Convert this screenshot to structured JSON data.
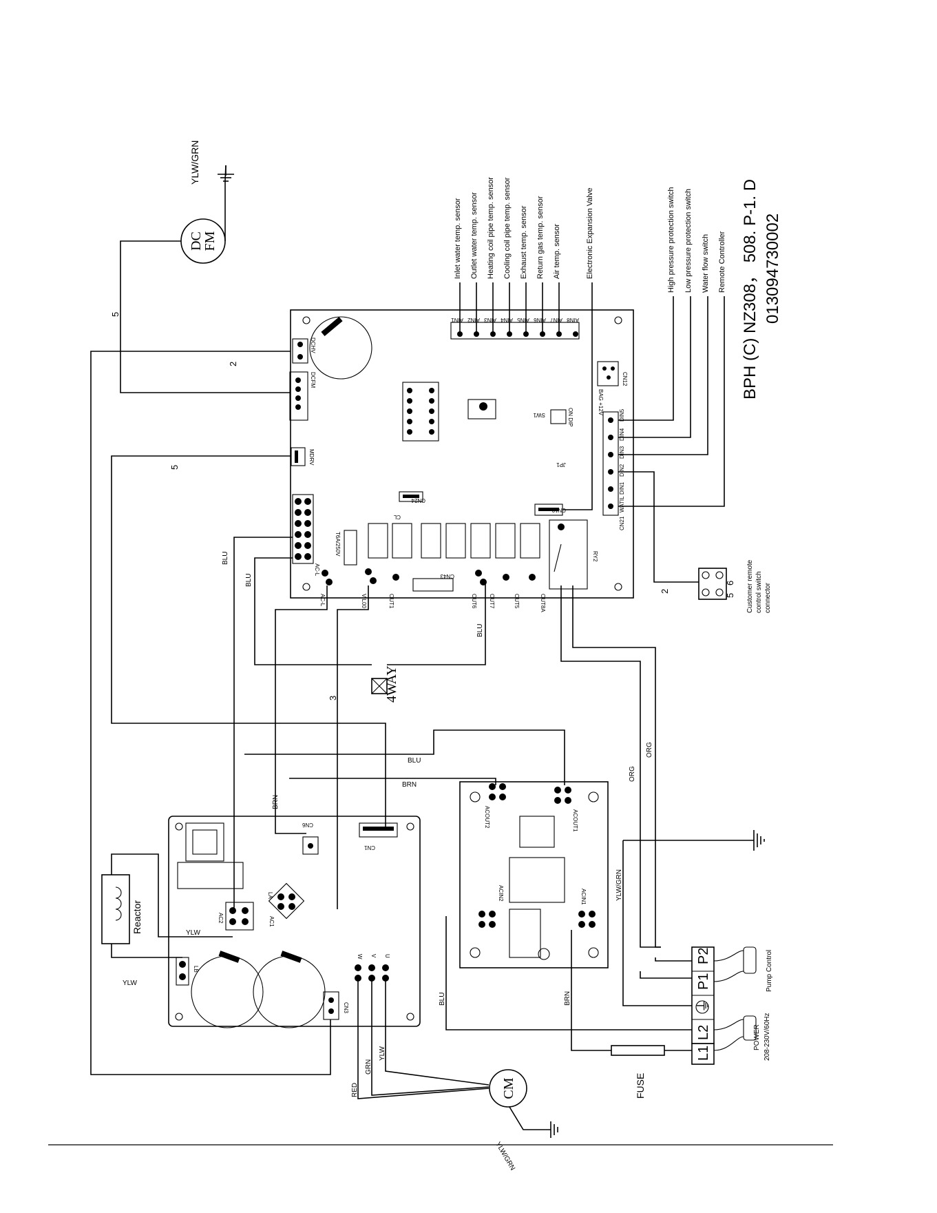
{
  "sensors": [
    "Inlet water temp.  sensor",
    "Outlet water temp.  sensor",
    "Heating coil pipe temp. sensor",
    "Cooling coil pipe temp. sensor",
    "Exhaust temp. sensor",
    "Return gas temp. sensor",
    "Air temp. sensor"
  ],
  "eev": "Electronic Expansion Valve",
  "switches": [
    "High pressure protection switch",
    "Low pressure protection switch",
    "Water flow switch",
    "Remote Controller"
  ],
  "model_line1": "BPH (C) NZ308， 508. P-1. D",
  "model_line2": "013094730002",
  "fan_motor": {
    "line1": "DC",
    "line2": "FM",
    "ground_wire": "YLW/GRN"
  },
  "compressor": {
    "label": "CM",
    "ground_wire": "YLW/GRN"
  },
  "reactor": "Reactor",
  "fuse": "FUSE",
  "four_way": "4WAY",
  "power_terminal": {
    "labels": [
      "L1",
      "L2",
      "⏚"
    ],
    "caption1": "POWER",
    "caption2": "208-230V/60Hz"
  },
  "pump_terminal": {
    "labels": [
      "P1",
      "P2"
    ],
    "caption": "Pump Control"
  },
  "remote_connector": {
    "caption": [
      "Customer remote",
      "control switch",
      "connector"
    ],
    "pins": [
      "5",
      "6"
    ]
  },
  "wire_labels": {
    "blu": "BLU",
    "brn": "BRN",
    "ylw": "YLW",
    "org": "ORG",
    "red": "RED",
    "grn": "GRN",
    "ylwgrn": "YLW/GRN",
    "count_5": "5",
    "count_2": "2",
    "count_3": "3"
  },
  "main_board": {
    "ain": [
      "AIN1",
      "AIN2",
      "AIN3",
      "AIN4",
      "AIN5",
      "AIN6",
      "AIN7",
      "AIN8"
    ],
    "din": [
      "DIN5",
      "DIN4",
      "DIN3",
      "DIN2",
      "DIN1",
      "WATIL"
    ],
    "outs": [
      "AC-L",
      "VIL00",
      "OUT1",
      "OUT6",
      "OUT7",
      "OUT5",
      "OUT8A"
    ],
    "dcfm": "DCFM",
    "dchv": "DCHV",
    "mdrv": "MDRV",
    "cn24": "CN24",
    "cn19": "CN19",
    "cn12": "CN12",
    "cn43": "CN43",
    "cn21": "CN21",
    "cl": "CL",
    "ry2": "RY2",
    "jp1": "JP1",
    "sw1": "SW1",
    "fuse_rating": "T6A/250V",
    "acl": "AC-L",
    "bag": "BAG +12V",
    "dip": "ON  DIP"
  },
  "driver_board": {
    "labels": [
      "AC2",
      "LA",
      "AC1",
      "LB",
      "CN6",
      "CN1",
      "CN3",
      "U",
      "V",
      "W"
    ]
  },
  "filter_board": {
    "labels": [
      "ACOUT2",
      "ACOUT1",
      "ACIN2",
      "ACIN1"
    ]
  }
}
